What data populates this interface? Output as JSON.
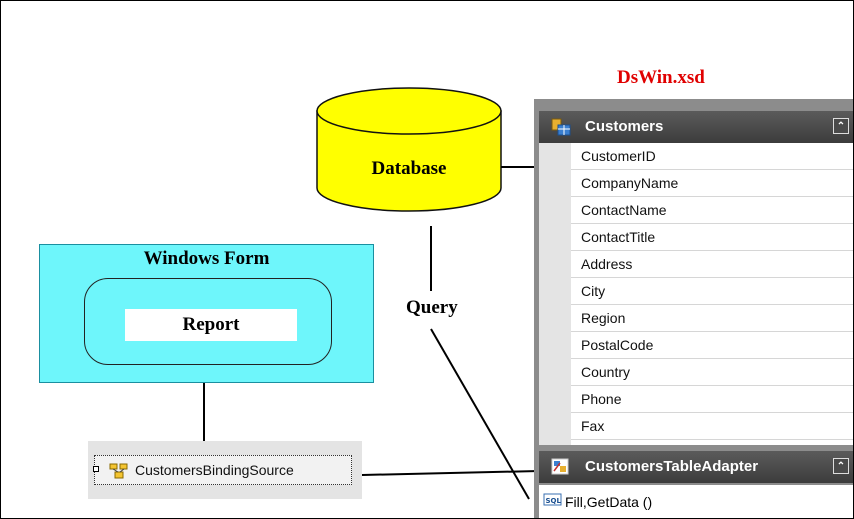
{
  "title": "DsWin.xsd",
  "database": {
    "label": "Database"
  },
  "query": {
    "label": "Query"
  },
  "windows_form": {
    "title": "Windows Form",
    "report_label": "Report"
  },
  "binding_source": {
    "label": "CustomersBindingSource",
    "icon": "binding-source-icon"
  },
  "table": {
    "name": "Customers",
    "icon": "table-icon",
    "columns": [
      "CustomerID",
      "CompanyName",
      "ContactName",
      "ContactTitle",
      "Address",
      "City",
      "Region",
      "PostalCode",
      "Country",
      "Phone",
      "Fax"
    ]
  },
  "adapter": {
    "name": "CustomersTableAdapter",
    "icon": "table-adapter-icon",
    "method": "Fill,GetData ()",
    "method_icon": "sql-icon"
  },
  "colors": {
    "title": "#e00000",
    "database_fill": "#ffff00",
    "form_fill": "#6ef6fb",
    "header_bg": "#444444"
  }
}
